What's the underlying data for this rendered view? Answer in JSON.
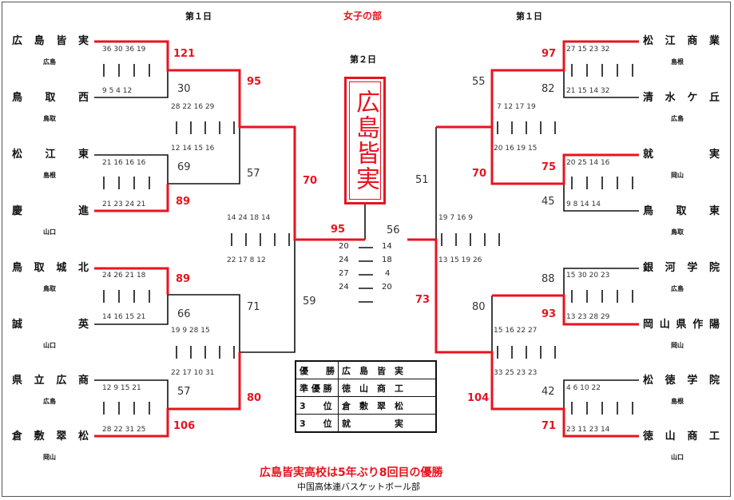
{
  "header": {
    "day1_left": "第１日",
    "day1_right": "第１日",
    "day2": "第２日",
    "title": "女子の部"
  },
  "champion_box": "広島皆実",
  "left_teams": [
    {
      "name": "広 島 皆 実",
      "pref": "広島"
    },
    {
      "name": "鳥 取 西",
      "pref": "鳥取"
    },
    {
      "name": "松 江 東",
      "pref": "島根"
    },
    {
      "name": "慶 進",
      "pref": "山口"
    },
    {
      "name": "鳥 取 城 北",
      "pref": "鳥取"
    },
    {
      "name": "誠 英",
      "pref": "山口"
    },
    {
      "name": "県 立 広 商",
      "pref": "広島"
    },
    {
      "name": "倉 敷 翠 松",
      "pref": "岡山"
    }
  ],
  "right_teams": [
    {
      "name": "松 江 商 業",
      "pref": "島根"
    },
    {
      "name": "清 水 ケ 丘",
      "pref": "広島"
    },
    {
      "name": "就 実",
      "pref": "岡山"
    },
    {
      "name": "鳥 取 東",
      "pref": "鳥取"
    },
    {
      "name": "銀 河 学 院",
      "pref": "広島"
    },
    {
      "name": "岡 山 県 作 陽",
      "pref": "岡山"
    },
    {
      "name": "松 徳 学 院",
      "pref": "島根"
    },
    {
      "name": "徳 山 商 工",
      "pref": "山口"
    }
  ],
  "scores": {
    "l1w": "121",
    "l1l": "30",
    "l2l": "69",
    "l2w": "89",
    "l3w": "89",
    "l3l": "66",
    "l4l": "57",
    "l4w": "106",
    "l_sf1w": "95",
    "l_sf1l": "57",
    "l_sf2l": "71",
    "l_sf2w": "80",
    "l_s1w": "70",
    "l_s2l": "59",
    "final_left": "95",
    "final_right": "56",
    "r1w": "97",
    "r1l": "82",
    "r2w": "75",
    "r2l": "45",
    "r3l": "88",
    "r3w": "93",
    "r4l": "42",
    "r4w": "71",
    "r_sf1l": "55",
    "r_sf1w": "70",
    "r_sf2l": "80",
    "r_sf2w": "104",
    "r_s1l": "51",
    "r_s2w": "73"
  },
  "periods": {
    "l1a": "36  30  36  19",
    "l1b": "9    5    4   12",
    "l2a": "21  16  16  16",
    "l2b": "21  23  24  21",
    "l3a": "24  26  21  18",
    "l3b": "14  16  15  21",
    "l4a": "12    9  15  21",
    "l4b": "28  22  31  25",
    "lq1a": "28 22 16 29",
    "lq1b": "12 14 15 16",
    "lq2a": "19  9  28 15",
    "lq2b": "22 17 10 31",
    "ls1": "14 24 18 14",
    "ls2": "22 17  8  12",
    "r1a": "27  15  23  32",
    "r1b": "21  15  14  32",
    "r2a": "20  25  14  16",
    "r2b": "9    8   14  14",
    "r3a": "15  30  20  23",
    "r3b": "13  23  28  29",
    "r4a": "4    6   10  22",
    "r4b": "23  11  23  14",
    "rq1a": "7  12 17 19",
    "rq1b": "20 16 19 15",
    "rq2a": "15 16 22 27",
    "rq2b": "33 25 23 23",
    "rs1": "19   7  16   9",
    "rs2": "13 15 19 26",
    "f_left": [
      "20",
      "24",
      "27",
      "24"
    ],
    "f_right": [
      "14",
      "18",
      "4",
      "20"
    ]
  },
  "results": [
    {
      "rank": "優　　勝",
      "team": "広　島　皆　実"
    },
    {
      "rank": "準 優 勝",
      "team": "徳　山　商　工"
    },
    {
      "rank": "3　　位",
      "team": "倉　敷　翠　松"
    },
    {
      "rank": "3　　位",
      "team": "就　　　　　実"
    }
  ],
  "caption": "広島皆実高校は5年ぶり8回目の優勝",
  "credit": "中国高体連バスケットボール部",
  "colors": {
    "winner_line": "#e8131f",
    "loser_line": "#111111"
  }
}
